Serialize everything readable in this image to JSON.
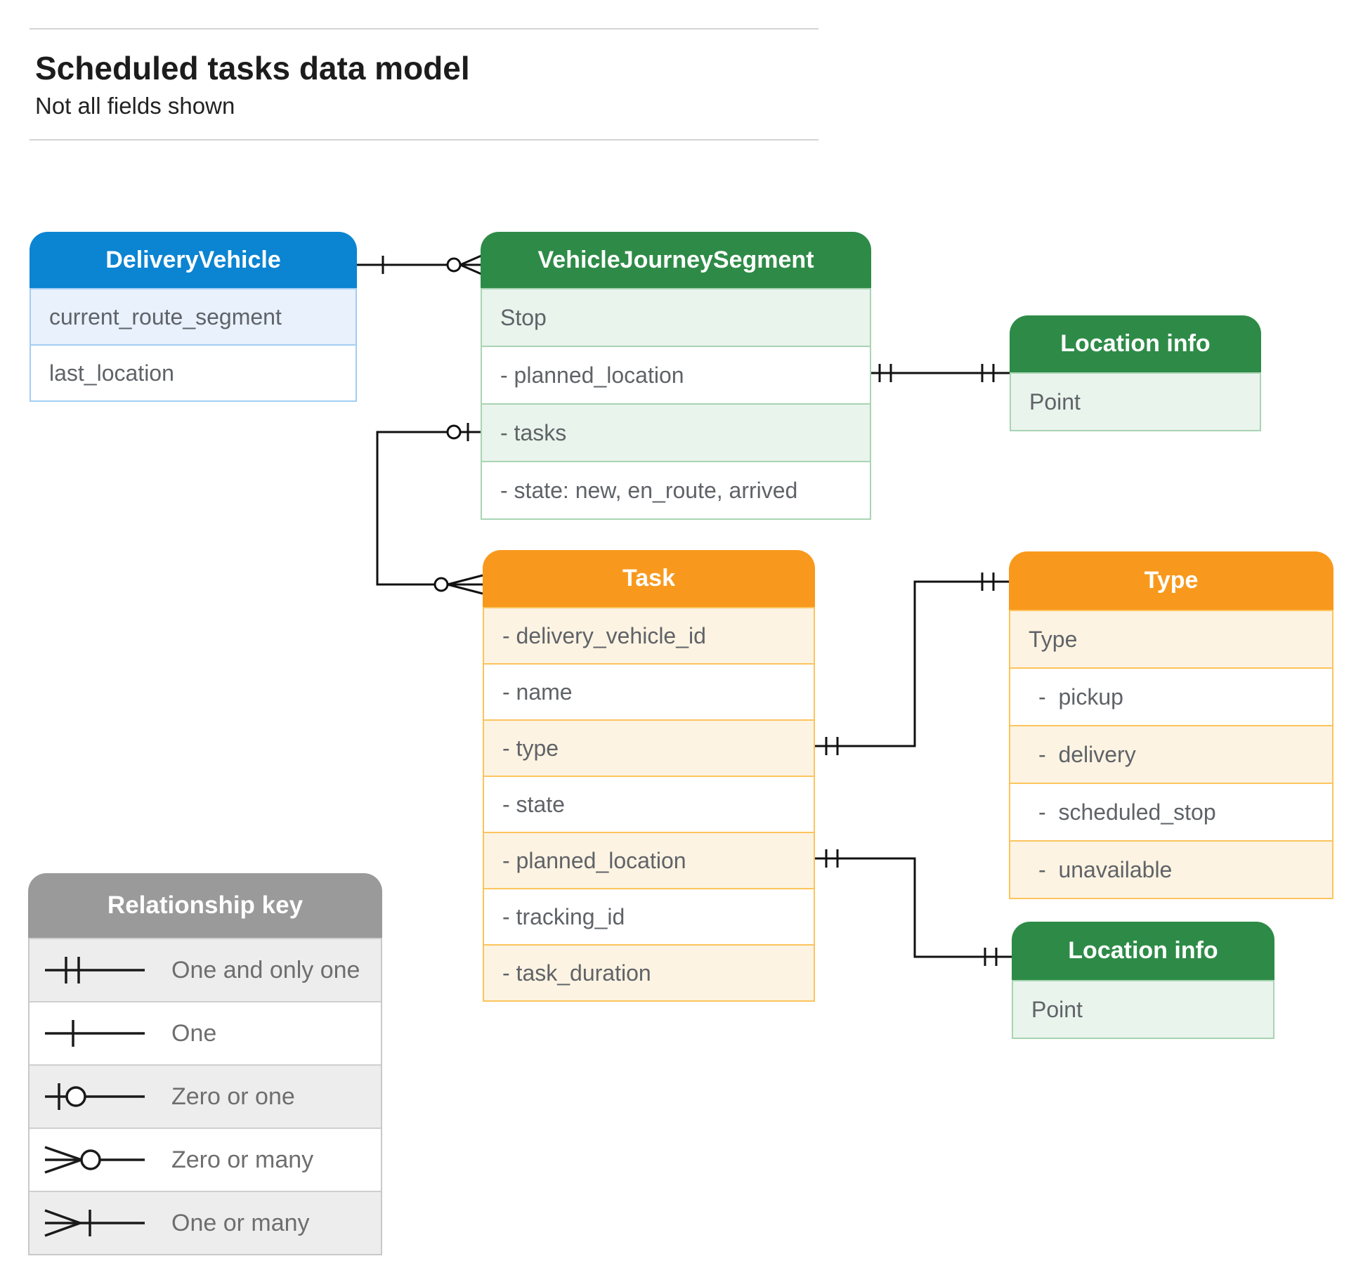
{
  "header": {
    "title": "Scheduled tasks data model",
    "subtitle": "Not all fields shown"
  },
  "entities": {
    "delivery_vehicle": {
      "title": "DeliveryVehicle",
      "rows": [
        "current_route_segment",
        "last_location"
      ]
    },
    "vehicle_journey_segment": {
      "title": "VehicleJourneySegment",
      "rows": [
        "Stop",
        "- planned_location",
        "- tasks",
        "- state: new, en_route, arrived"
      ]
    },
    "location_info_top": {
      "title": "Location info",
      "rows": [
        "Point"
      ]
    },
    "task": {
      "title": "Task",
      "rows": [
        "- delivery_vehicle_id",
        "- name",
        "- type",
        "- state",
        "- planned_location",
        "- tracking_id",
        "- task_duration"
      ]
    },
    "type": {
      "title": "Type",
      "rows": [
        "Type",
        "-  pickup",
        "-  delivery",
        "-  scheduled_stop",
        "-  unavailable"
      ]
    },
    "location_info_bottom": {
      "title": "Location info",
      "rows": [
        "Point"
      ]
    }
  },
  "legend": {
    "title": "Relationship key",
    "items": [
      {
        "symbol": "one-and-only-one",
        "label": "One and only one"
      },
      {
        "symbol": "one",
        "label": "One"
      },
      {
        "symbol": "zero-or-one",
        "label": "Zero or one"
      },
      {
        "symbol": "zero-or-many",
        "label": "Zero or many"
      },
      {
        "symbol": "one-or-many",
        "label": "One or many"
      }
    ]
  },
  "connections": [
    {
      "from": "DeliveryVehicle",
      "to": "VehicleJourneySegment",
      "from_cardinality": "one",
      "to_cardinality": "zero-or-many"
    },
    {
      "from": "VehicleJourneySegment.planned_location",
      "to": "Location info (top)",
      "from_cardinality": "one-and-only-one",
      "to_cardinality": "one-and-only-one"
    },
    {
      "from": "VehicleJourneySegment.tasks",
      "to": "Task",
      "from_cardinality": "zero-or-one",
      "to_cardinality": "zero-or-many"
    },
    {
      "from": "Task.type",
      "to": "Type",
      "from_cardinality": "one-and-only-one",
      "to_cardinality": "one-and-only-one"
    },
    {
      "from": "Task.planned_location",
      "to": "Location info (bottom)",
      "from_cardinality": "one-and-only-one",
      "to_cardinality": "one-and-only-one"
    }
  ],
  "colors": {
    "blue_header": "#0b84d2",
    "blue_row": "#e8f1fc",
    "blue_border": "#a3cdf2",
    "green_header": "#2e8b47",
    "green_row": "#e9f4ec",
    "green_border": "#a8d4b3",
    "orange_header": "#f8991d",
    "orange_row": "#fdf3e2",
    "orange_border": "#fcc45c",
    "gray_header": "#9a9a9a",
    "gray_row": "#ededed",
    "gray_border": "#c9c9c9",
    "row_text": "#5f6368",
    "connector": "#111111"
  }
}
